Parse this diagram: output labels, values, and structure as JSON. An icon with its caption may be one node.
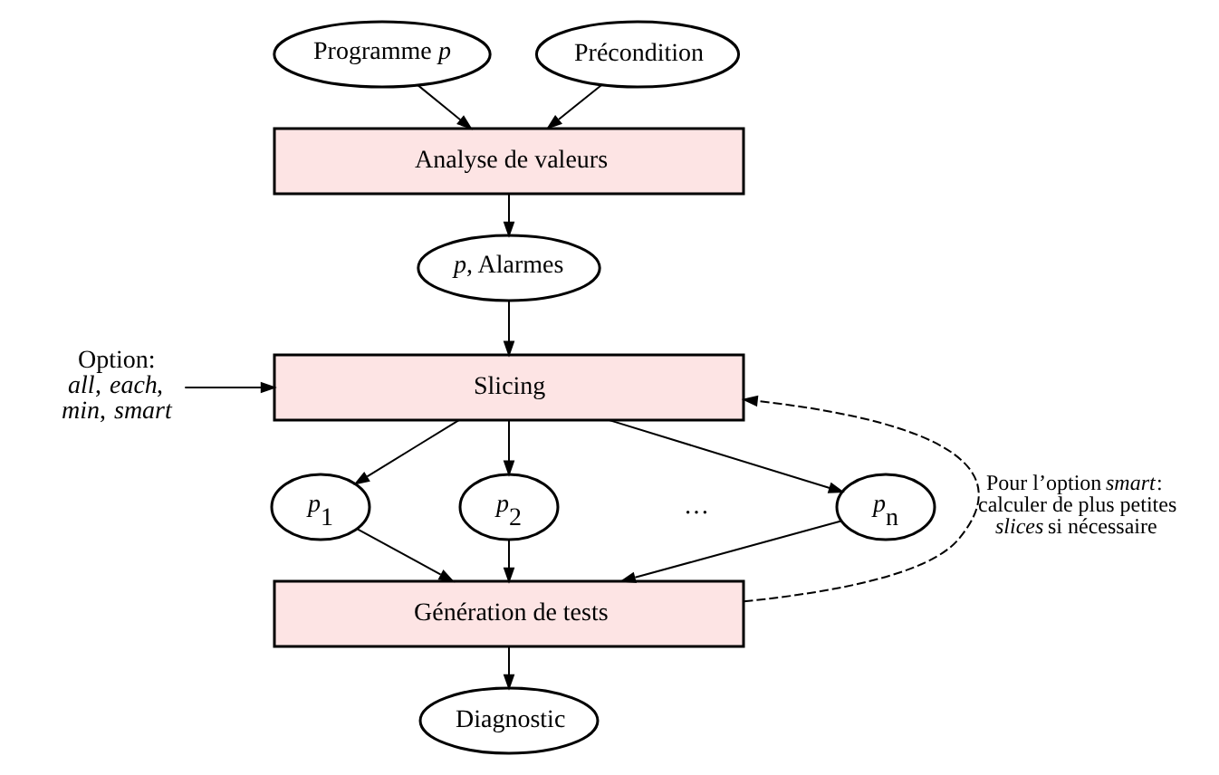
{
  "diagram": {
    "nodes": [
      {
        "text": [
          "Programme *p*"
        ]
      },
      {
        "text": [
          "Précondition"
        ]
      },
      {
        "text": [
          "Analyse de valeurs"
        ]
      },
      {
        "text": [
          "*p*, Alarmes"
        ]
      },
      {
        "text": [
          "Option: *all*, *each*, *min*, *smart*"
        ]
      },
      {
        "text": [
          "Slicing"
        ]
      },
      {
        "text": [
          "*p*$_{1}$"
        ]
      },
      {
        "text": [
          "*p*$_{2}$"
        ]
      },
      {
        "text": [
          "*p*$_{n}$"
        ]
      },
      {
        "text": [
          "Génération de tests"
        ]
      },
      {
        "text": [
          "Diagnostic"
        ]
      }
    ],
    "edges": [
      {
        "from": 0,
        "to": 2,
        "arrow": "to"
      },
      {
        "from": 1,
        "to": 2,
        "arrow": "to"
      },
      {
        "from": 2,
        "to": 3,
        "arrow": "to"
      },
      {
        "from": 3,
        "to": 5,
        "arrow": "to"
      },
      {
        "from": 4,
        "to": 5,
        "arrow": "to"
      },
      {
        "from": 5,
        "to": 6,
        "arrow": "to"
      },
      {
        "from": 5,
        "to": 7,
        "arrow": "to"
      },
      {
        "from": 5,
        "to": 8,
        "arrow": "to"
      },
      {
        "from": 6,
        "to": 9,
        "arrow": "to"
      },
      {
        "from": 7,
        "to": 9,
        "arrow": "to"
      },
      {
        "from": 8,
        "to": 9,
        "arrow": "to"
      },
      {
        "from": 9,
        "to": 5,
        "arrow": "to",
        "style": "dashed",
        "label": "Pour l’option *smart*: calculer de plus petites *slices* si nécessaire"
      },
      {
        "from": 9,
        "to": 10,
        "arrow": "to"
      }
    ],
    "labels": [
      "…"
    ]
  }
}
